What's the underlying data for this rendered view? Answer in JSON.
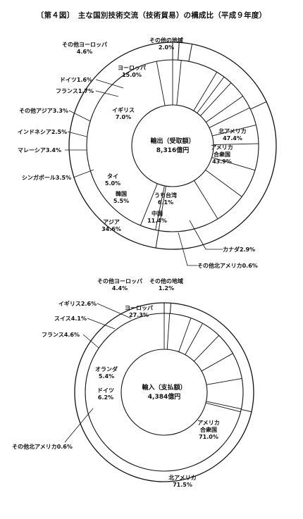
{
  "title": "〔第４図〕　主な国別技術交流（技術貿易）の構成比（平成９年度）",
  "chart_data": [
    {
      "type": "pie",
      "center_label": "輸出（受取額）",
      "center_value": "8,316億円",
      "outer_ring": [
        {
          "label": "北アメリカ",
          "value": 47.4
        },
        {
          "label": "アジア",
          "value": 34.6
        },
        {
          "label": "ヨーロッパ",
          "value": 15.0
        },
        {
          "label": "その他の地域",
          "value": 2.0
        }
      ],
      "inner_ring": [
        {
          "label": "アメリカ合衆国",
          "value": 43.9,
          "group": "北アメリカ"
        },
        {
          "label": "カナダ",
          "value": 2.9,
          "group": "北アメリカ"
        },
        {
          "label": "その他北アメリカ",
          "value": 0.6,
          "group": "北アメリカ"
        },
        {
          "label": "中国",
          "value": 11.4,
          "group": "アジア"
        },
        {
          "label": "うち台湾",
          "value": 6.1,
          "group": "アジア"
        },
        {
          "label": "韓国",
          "value": 5.5,
          "group": "アジア"
        },
        {
          "label": "タイ",
          "value": 5.0,
          "group": "アジア"
        },
        {
          "label": "シンガポール",
          "value": 3.5,
          "group": "アジア"
        },
        {
          "label": "マレーシア",
          "value": 3.4,
          "group": "アジア"
        },
        {
          "label": "インドネシア",
          "value": 2.5,
          "group": "アジア"
        },
        {
          "label": "その他アジア",
          "value": 3.3,
          "group": "アジア"
        },
        {
          "label": "フランス",
          "value": 1.7,
          "group": "ヨーロッパ"
        },
        {
          "label": "ドイツ",
          "value": 1.6,
          "group": "ヨーロッパ"
        },
        {
          "label": "イギリス",
          "value": 7.0,
          "group": "ヨーロッパ"
        },
        {
          "label": "その他ヨーロッパ",
          "value": 4.6,
          "group": "ヨーロッパ"
        },
        {
          "label": "その他の地域",
          "value": 2.0,
          "group": "その他の地域"
        }
      ],
      "text_labels": [
        {
          "lines": [
            "その他の地域",
            "2.0%"
          ]
        },
        {
          "lines": [
            "その他ヨーロッパ",
            "4.6%"
          ]
        },
        {
          "lines": [
            "ヨーロッパ",
            "15.0%"
          ]
        },
        {
          "lines": [
            "ドイツ1.6%"
          ]
        },
        {
          "lines": [
            "フランス1.7%"
          ]
        },
        {
          "lines": [
            "イギリス",
            "7.0%"
          ]
        },
        {
          "lines": [
            "その他アジア3.3%"
          ]
        },
        {
          "lines": [
            "インドネシア2.5%"
          ]
        },
        {
          "lines": [
            "マレーシア3.4%"
          ]
        },
        {
          "lines": [
            "シンガポール3.5%"
          ]
        },
        {
          "lines": [
            "タイ",
            "5.0%"
          ]
        },
        {
          "lines": [
            "韓国",
            "5.5%"
          ]
        },
        {
          "lines": [
            "うち台湾",
            "6.1%"
          ]
        },
        {
          "lines": [
            "中国",
            "11.4%"
          ]
        },
        {
          "lines": [
            "アジア",
            "34.6%"
          ]
        },
        {
          "lines": [
            "北アメリカ",
            "47.4%"
          ]
        },
        {
          "lines": [
            "アメリカ",
            "合衆国",
            "43.9%"
          ]
        },
        {
          "lines": [
            "カナダ2.9%"
          ]
        },
        {
          "lines": [
            "その他北アメリカ0.6%"
          ]
        }
      ]
    },
    {
      "type": "pie",
      "center_label": "輸入（支払額）",
      "center_value": "4,384億円",
      "outer_ring": [
        {
          "label": "北アメリカ",
          "value": 71.5
        },
        {
          "label": "ヨーロッパ",
          "value": 27.3
        },
        {
          "label": "その他の地域",
          "value": 1.2
        }
      ],
      "inner_ring": [
        {
          "label": "アメリカ合衆国",
          "value": 71.0,
          "group": "北アメリカ"
        },
        {
          "label": "その他北アメリカ",
          "value": 0.6,
          "group": "北アメリカ"
        },
        {
          "label": "ドイツ",
          "value": 6.2,
          "group": "ヨーロッパ"
        },
        {
          "label": "オランダ",
          "value": 5.4,
          "group": "ヨーロッパ"
        },
        {
          "label": "フランス",
          "value": 4.6,
          "group": "ヨーロッパ"
        },
        {
          "label": "スイス",
          "value": 4.1,
          "group": "ヨーロッパ"
        },
        {
          "label": "イギリス",
          "value": 2.6,
          "group": "ヨーロッパ"
        },
        {
          "label": "その他ヨーロッパ",
          "value": 4.4,
          "group": "ヨーロッパ"
        },
        {
          "label": "その他の地域",
          "value": 1.2,
          "group": "その他の地域"
        }
      ],
      "text_labels": [
        {
          "lines": [
            "その他ヨーロッパ",
            "4.4%"
          ]
        },
        {
          "lines": [
            "その他の地域",
            "1.2%"
          ]
        },
        {
          "lines": [
            "ヨーロッパ",
            "27.3%"
          ]
        },
        {
          "lines": [
            "イギリス2.6%"
          ]
        },
        {
          "lines": [
            "スイス4.1%"
          ]
        },
        {
          "lines": [
            "フランス4.6%"
          ]
        },
        {
          "lines": [
            "オランダ",
            "5.4%"
          ]
        },
        {
          "lines": [
            "ドイツ",
            "6.2%"
          ]
        },
        {
          "lines": [
            "アメリカ",
            "合衆国",
            "71.0%"
          ]
        },
        {
          "lines": [
            "その他北アメリカ0.6%"
          ]
        },
        {
          "lines": [
            "北アメリカ",
            "71.5%"
          ]
        }
      ]
    }
  ]
}
